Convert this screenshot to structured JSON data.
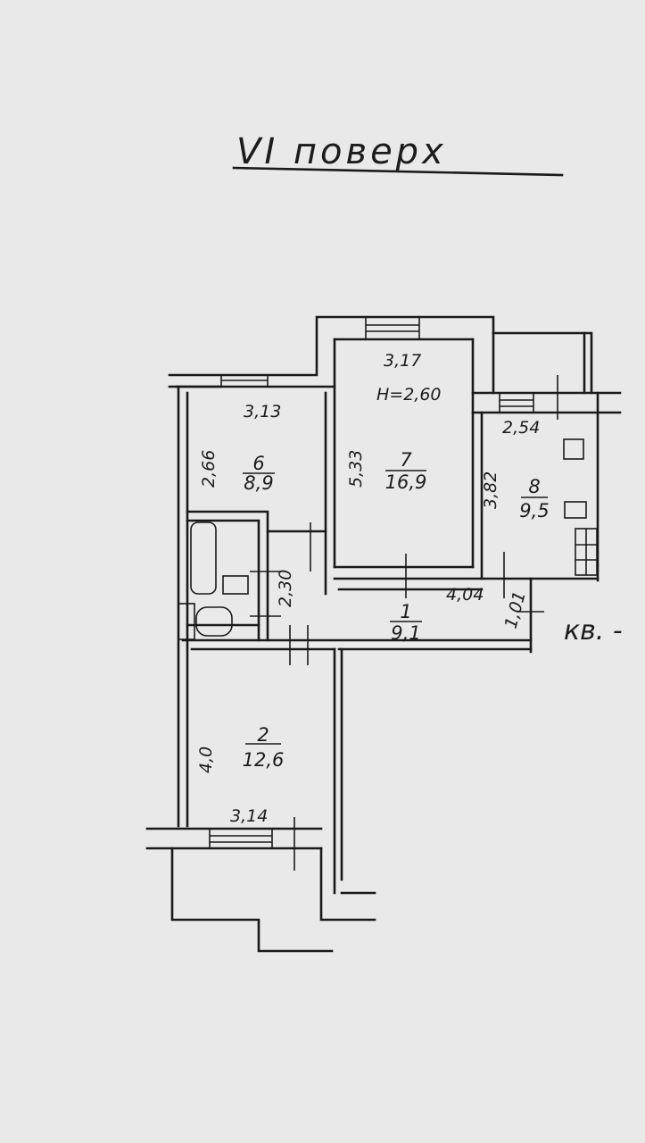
{
  "title": "VI поверх",
  "flat_label": "кв. -",
  "ceiling_height": "H=2,60",
  "rooms": [
    {
      "number": "1",
      "area": "9,1"
    },
    {
      "number": "2",
      "area": "12,6"
    },
    {
      "number": "6",
      "area": "8,9"
    },
    {
      "number": "7",
      "area": "16,9"
    },
    {
      "number": "8",
      "area": "9,5"
    }
  ],
  "dimensions": {
    "r6_width": "3,13",
    "r6_depth": "2,66",
    "r7_width": "3,17",
    "r7_depth": "5,33",
    "r8_width": "2,54",
    "r8_depth": "3,82",
    "hall_length": "4,04",
    "hall_side": "1,01",
    "bath_len": "2,30",
    "r2_width": "3,14",
    "r2_depth": "4,0"
  }
}
